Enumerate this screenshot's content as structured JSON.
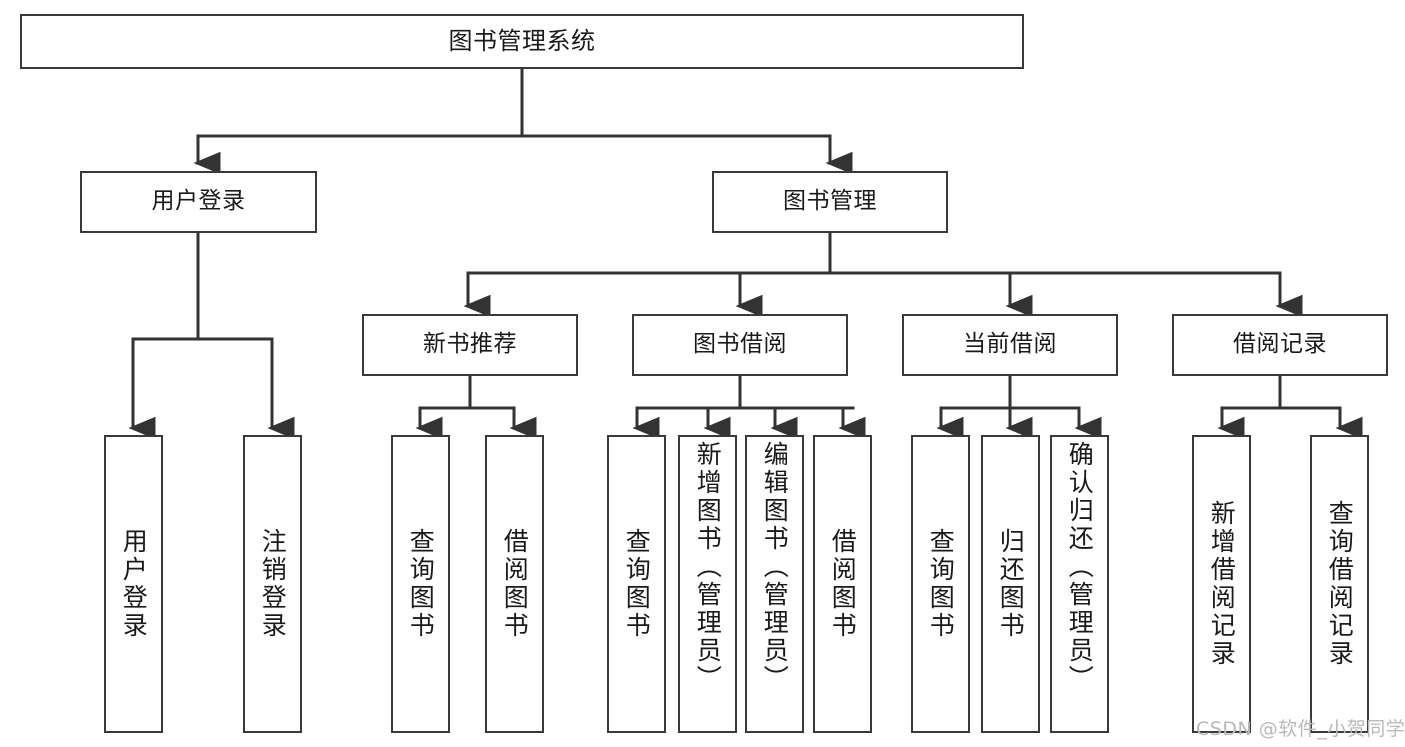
{
  "diagram": {
    "title": "图书管理系统",
    "type": "tree-hierarchy",
    "watermark": "CSDN @软件_小贺同学",
    "colors": {
      "box_border": "#3a3a3a",
      "box_fill": "#ffffff",
      "connector": "#333333",
      "text": "#1a1a1a",
      "watermark": "#b9b9b9"
    },
    "levels": {
      "root": {
        "label": "图书管理系统"
      },
      "level2": [
        {
          "id": "user-login",
          "label": "用户登录"
        },
        {
          "id": "book-management",
          "label": "图书管理"
        }
      ],
      "level3": [
        {
          "id": "new-book-recommend",
          "label": "新书推荐",
          "parent": "book-management"
        },
        {
          "id": "book-borrow",
          "label": "图书借阅",
          "parent": "book-management"
        },
        {
          "id": "current-borrow",
          "label": "当前借阅",
          "parent": "book-management"
        },
        {
          "id": "borrow-record",
          "label": "借阅记录",
          "parent": "book-management"
        }
      ],
      "leaves": [
        {
          "id": "leaf-user-login",
          "label": "用户登录",
          "parent": "user-login"
        },
        {
          "id": "leaf-logout-login",
          "label": "注销登录",
          "parent": "user-login"
        },
        {
          "id": "leaf-query-book-1",
          "label": "查询图书",
          "parent": "new-book-recommend"
        },
        {
          "id": "leaf-borrow-book-1",
          "label": "借阅图书",
          "parent": "new-book-recommend"
        },
        {
          "id": "leaf-query-book-2",
          "label": "查询图书",
          "parent": "book-borrow"
        },
        {
          "id": "leaf-add-book",
          "label": "新增图书（管理员）",
          "parent": "book-borrow"
        },
        {
          "id": "leaf-edit-book",
          "label": "编辑图书（管理员）",
          "parent": "book-borrow"
        },
        {
          "id": "leaf-borrow-book-2",
          "label": "借阅图书",
          "parent": "book-borrow"
        },
        {
          "id": "leaf-query-book-3",
          "label": "查询图书",
          "parent": "current-borrow"
        },
        {
          "id": "leaf-return-book",
          "label": "归还图书",
          "parent": "current-borrow"
        },
        {
          "id": "leaf-confirm-return",
          "label": "确认归还（管理员）",
          "parent": "current-borrow"
        },
        {
          "id": "leaf-add-record",
          "label": "新增借阅记录",
          "parent": "borrow-record"
        },
        {
          "id": "leaf-query-record",
          "label": "查询借阅记录",
          "parent": "borrow-record"
        }
      ]
    }
  }
}
